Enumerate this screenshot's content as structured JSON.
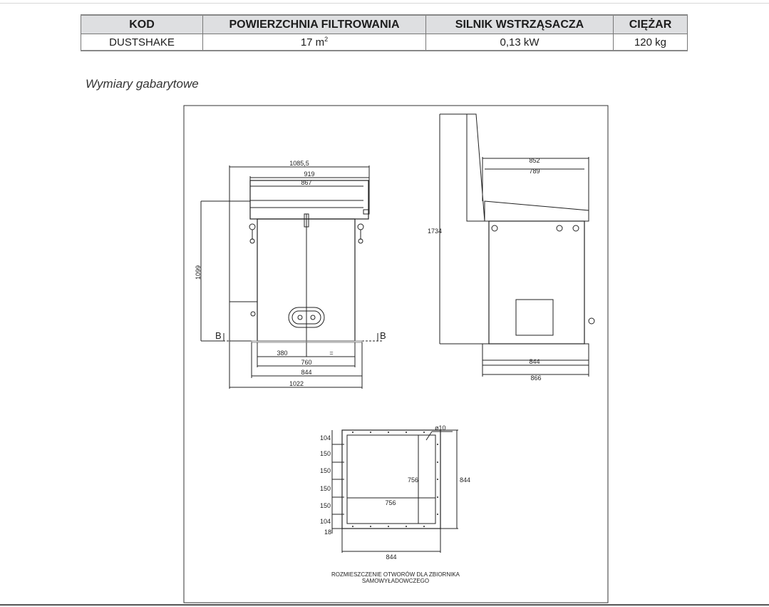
{
  "table": {
    "headers": [
      "KOD",
      "POWIERZCHNIA FILTROWANIA",
      "SILNIK WSTRZĄSACZA",
      "CIĘŻAR"
    ],
    "row": {
      "kod": "DUSTSHAKE",
      "area": "17 m",
      "area_sup": "2",
      "motor": "0,13 kW",
      "weight": "120 kg"
    }
  },
  "section_title": "Wymiary gabarytowe",
  "drawing": {
    "front": {
      "d1": "1085,5",
      "d2": "919",
      "d3": "867",
      "height": "1099",
      "d380": "380",
      "eq": "=",
      "d760": "760",
      "d844": "844",
      "d1022": "1022",
      "section_left": "B",
      "section_right": "B"
    },
    "side": {
      "d852": "852",
      "d789": "789",
      "height": "1734",
      "d844": "844",
      "d866": "866"
    },
    "plan": {
      "hole": "ø10",
      "s104a": "104",
      "s150a": "150",
      "s150b": "150",
      "s150c": "150",
      "s150d": "150",
      "s104b": "104",
      "s18": "18",
      "inner_h": "756",
      "inner_w": "756",
      "outer_h": "844",
      "outer_w": "844"
    },
    "caption_line1": "ROZMIESZCZENIE OTWORÓW DLA ZBIORNIKA",
    "caption_line2": "SAMOWYŁADOWCZEGO"
  }
}
